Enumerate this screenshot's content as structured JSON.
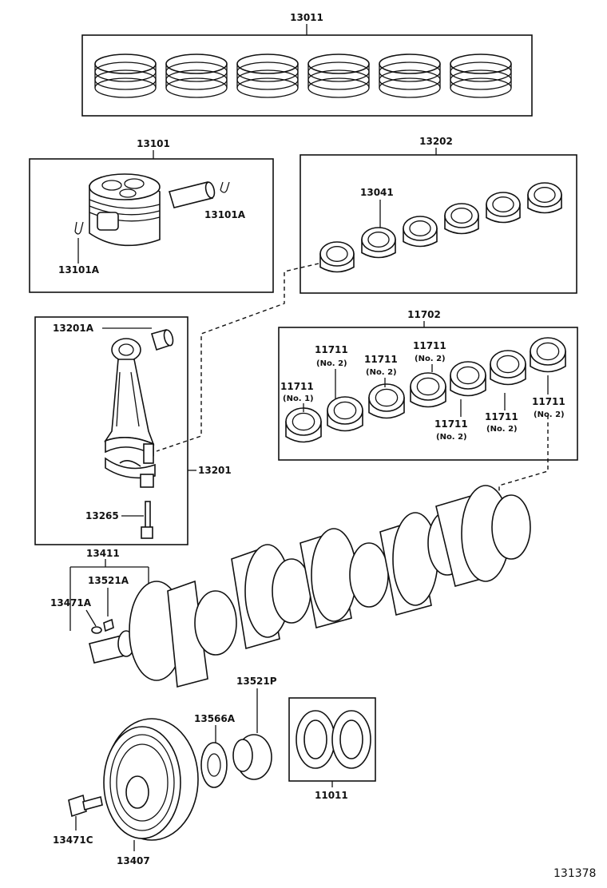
{
  "labels": {
    "piston_ring_set": "13011",
    "piston_sub_assy": "13101",
    "piston_pin_snap_ring_1": "13101A",
    "piston_pin_snap_ring_2": "13101A",
    "conn_rod_bearing_set": "13202",
    "conn_rod_bearing": "13041",
    "crankshaft_bearing_set": "11702",
    "conn_rod_bush": "13201A",
    "conn_rod_sub_assy": "13201",
    "conn_rod_bolt": "13265",
    "main_bearing_1": "11711",
    "main_bearing_2": "11711",
    "main_bearing_3": "11711",
    "main_bearing_4": "11711",
    "main_bearing_5": "11711",
    "main_bearing_6": "11711",
    "main_bearing_7": "11711",
    "main_bearing_no_1": "(No. 1)",
    "main_bearing_no_2": "(No. 2)",
    "main_bearing_no_3": "(No. 2)",
    "main_bearing_no_4": "(No. 2)",
    "main_bearing_no_5": "(No. 2)",
    "main_bearing_no_6": "(No. 2)",
    "main_bearing_no_7": "(No. 2)",
    "crankshaft": "13411",
    "crankshaft_key": "13521A",
    "straight_pin": "13471A",
    "timing_gear_key": "13521P",
    "crank_angle_plate": "13566A",
    "thrust_washer_set": "11011",
    "pulley_bolt": "13471C",
    "crankshaft_pulley": "13407",
    "figure_id": "131378"
  },
  "icons": {
    "piston_ring": "piston-ring-icon",
    "piston": "piston-icon",
    "bearing": "bearing-shell-icon",
    "connecting_rod": "connecting-rod-icon",
    "crankshaft": "crankshaft-icon",
    "pulley": "pulley-icon"
  },
  "colors": {
    "ink": "#111111",
    "background": "#ffffff"
  }
}
